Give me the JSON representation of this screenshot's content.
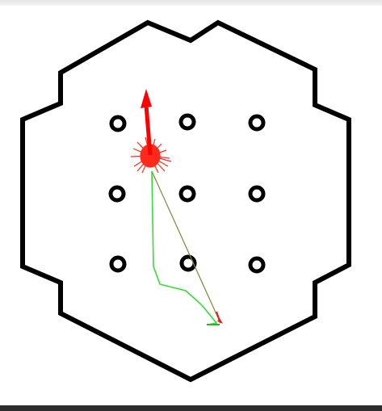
{
  "window": {
    "background": "#ffffff",
    "bottom_bar_color": "#2c2c2c"
  },
  "map": {
    "description_label": "",
    "wall_color": "#000000",
    "obstacle_count": 9,
    "obstacles_grid": [
      [
        "obstacle",
        "obstacle",
        "obstacle"
      ],
      [
        "obstacle",
        "obstacle",
        "obstacle"
      ],
      [
        "obstacle",
        "obstacle",
        "obstacle"
      ]
    ]
  },
  "robot": {
    "pose_color": "#ff0000",
    "particle_cloud_color": "#ff2a1a",
    "heading": "north"
  },
  "planning": {
    "global_plan_color": "#33dd33",
    "straight_line_color": "#7a8a3a",
    "goal_arrow_color": "#dd2222",
    "goal_marker_color": "#22bb22"
  }
}
